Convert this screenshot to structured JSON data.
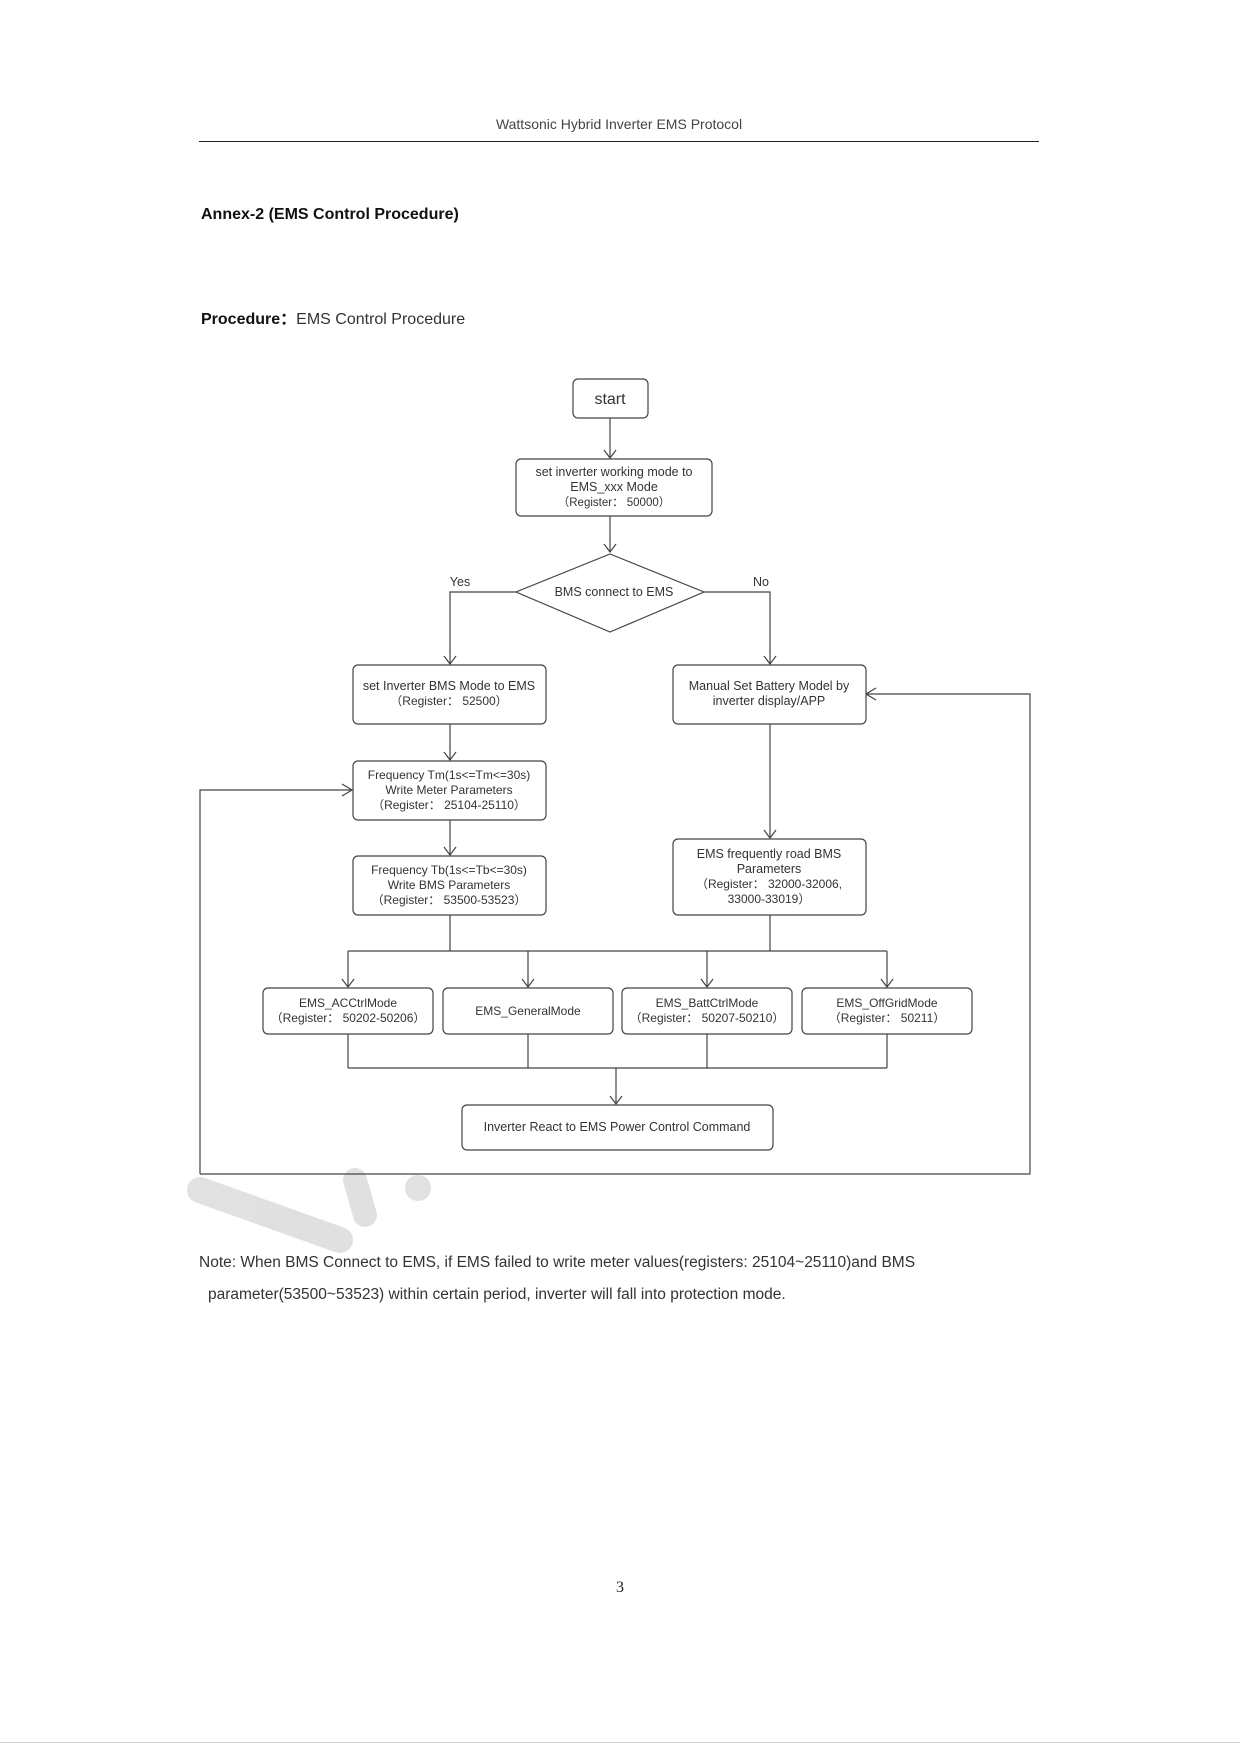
{
  "header": {
    "title": "Wattsonic Hybrid Inverter EMS Protocol"
  },
  "annex_title": "Annex-2 (EMS Control Procedure)",
  "procedure": {
    "label": "Procedure：",
    "name": "EMS Control Procedure"
  },
  "flow": {
    "start": "start",
    "set_mode": {
      "line1": "set inverter working mode to",
      "line2": "EMS_xxx Mode",
      "line3": "（Register： 50000）"
    },
    "decision": "BMS connect to EMS",
    "yes_label": "Yes",
    "no_label": "No",
    "set_bms_mode": {
      "line1": "set Inverter BMS Mode to EMS",
      "line2": "（Register： 52500）"
    },
    "manual_battery": {
      "line1": "Manual Set Battery Model by",
      "line2": "inverter display/APP"
    },
    "write_meter": {
      "line1": "Frequency Tm(1s<=Tm<=30s)",
      "line2": "Write Meter Parameters",
      "line3": "（Register： 25104-25110）"
    },
    "write_bms": {
      "line1": "Frequency Tb(1s<=Tb<=30s)",
      "line2": "Write BMS Parameters",
      "line3": "（Register： 53500-53523）"
    },
    "ems_read": {
      "line1": "EMS frequently road BMS",
      "line2": "Parameters",
      "line3": "（Register： 32000-32006,",
      "line4": "33000-33019）"
    },
    "modes": [
      {
        "line1": "EMS_ACCtrlMode",
        "line2": "（Register： 50202-50206）"
      },
      {
        "line1": "EMS_GeneralMode"
      },
      {
        "line1": "EMS_BattCtrlMode",
        "line2": "（Register： 50207-50210）"
      },
      {
        "line1": "EMS_OffGridMode",
        "line2": "（Register： 50211）"
      }
    ],
    "react": "Inverter React to EMS Power Control Command"
  },
  "note": {
    "line1": "Note: When BMS Connect to EMS, if EMS failed to write meter values(registers: 25104~25110)and BMS",
    "line2": "parameter(53500~53523) within certain period, inverter will fall into protection mode."
  },
  "page_number": "3"
}
